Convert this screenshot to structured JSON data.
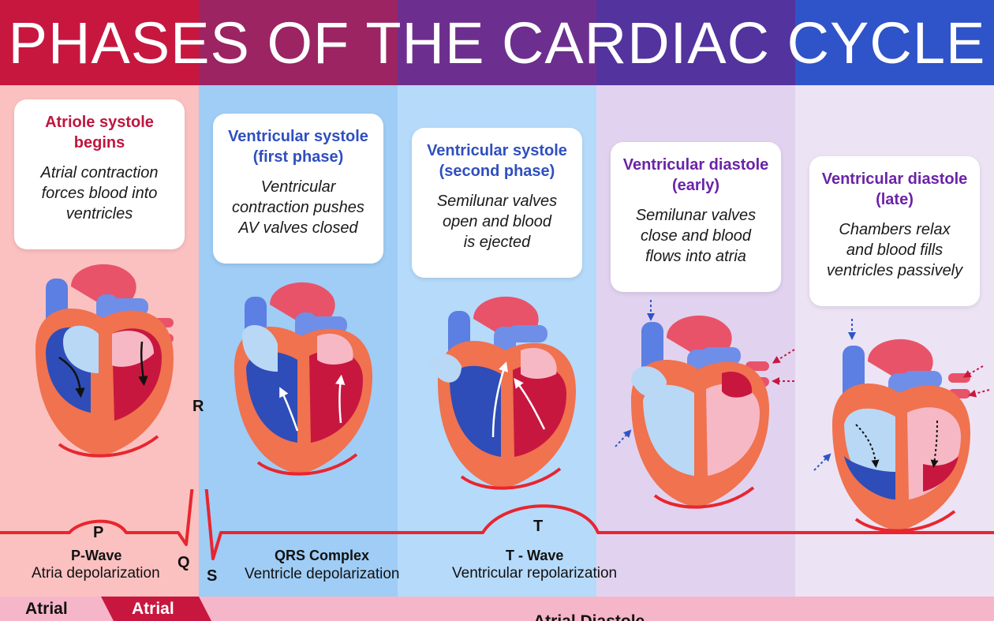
{
  "title": "PHASES OF THE CARDIAC CYCLE",
  "banner_colors": [
    "#c8173f",
    "#9c2463",
    "#6d2f8f",
    "#53339e",
    "#2f54c9"
  ],
  "phases": [
    {
      "title_line1": "Atriole systole",
      "title_line2": "begins",
      "desc_line1": "Atrial contraction",
      "desc_line2": "forces blood into",
      "desc_line3": "ventricles",
      "title_color": "#c0163f",
      "bg": "#fbc1c0"
    },
    {
      "title_line1": "Ventricular systole",
      "title_line2": "(first phase)",
      "desc_line1": "Ventricular",
      "desc_line2": "contraction pushes",
      "desc_line3": "AV valves closed",
      "title_color": "#2f4fbf",
      "bg": "#9fcdf6"
    },
    {
      "title_line1": "Ventricular systole",
      "title_line2": "(second phase)",
      "desc_line1": "Semilunar valves",
      "desc_line2": "open and blood",
      "desc_line3": "is ejected",
      "title_color": "#2f4fbf",
      "bg": "#b6dafa"
    },
    {
      "title_line1": "Ventricular diastole",
      "title_line2": "(early)",
      "desc_line1": "Semilunar valves",
      "desc_line2": "close and blood",
      "desc_line3": "flows into atria",
      "title_color": "#6b23a8",
      "bg": "#e1d3ef"
    },
    {
      "title_line1": "Ventricular diastole",
      "title_line2": "(late)",
      "desc_line1": "Chambers relax",
      "desc_line2": "and blood fills",
      "desc_line3": "ventricles passively",
      "title_color": "#6b23a8",
      "bg": "#ece3f5"
    }
  ],
  "ecg": {
    "points": {
      "p": "P",
      "q": "Q",
      "r": "R",
      "s": "S",
      "t": "T"
    },
    "waves": [
      {
        "name": "P-Wave",
        "desc": "Atria depolarization"
      },
      {
        "name": "QRS Complex",
        "desc": "Ventricle depolarization"
      },
      {
        "name": "T - Wave",
        "desc": "Ventricular repolarization"
      }
    ],
    "line_color": "#e8262e"
  },
  "bottom_bar": {
    "label1": "Atrial",
    "label2": "Atrial",
    "label3": "Atrial Diastole"
  }
}
